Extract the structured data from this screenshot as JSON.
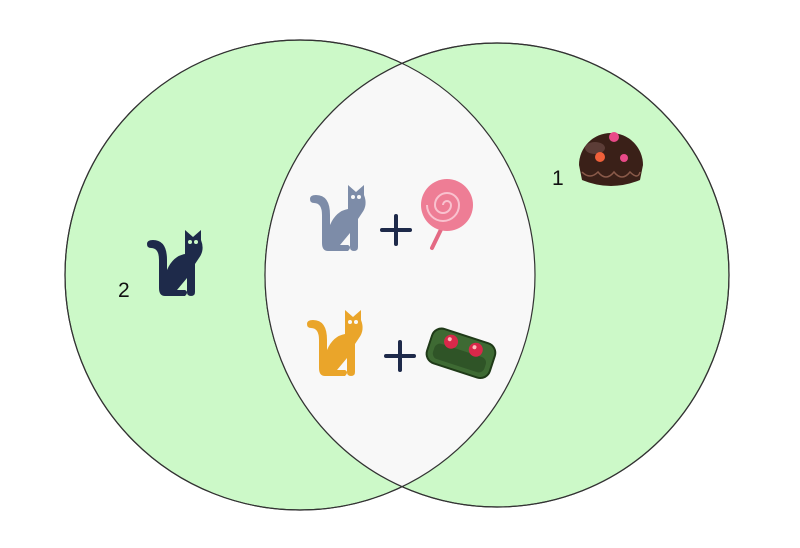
{
  "diagram": {
    "type": "venn",
    "colors": {
      "circle_fill": "#ccf9c8",
      "intersection_fill": "#f8f8f8",
      "stroke": "#333333",
      "cat_dark": "#1e2a4a",
      "cat_gray": "#7d8ca8",
      "cat_orange": "#eaa52a",
      "plus": "#1e2a4a"
    },
    "left_set": {
      "label": "2",
      "items": [
        {
          "icon": "cat-icon",
          "color": "dark-navy"
        }
      ]
    },
    "right_set": {
      "label": "1",
      "items": [
        {
          "icon": "chocolate-truffle-icon"
        }
      ]
    },
    "intersection": {
      "items": [
        {
          "left": "cat-icon (gray)",
          "op": "+",
          "right": "lollipop-icon"
        },
        {
          "left": "cat-icon (orange)",
          "op": "+",
          "right": "green-candy-bar-icon"
        }
      ]
    }
  }
}
